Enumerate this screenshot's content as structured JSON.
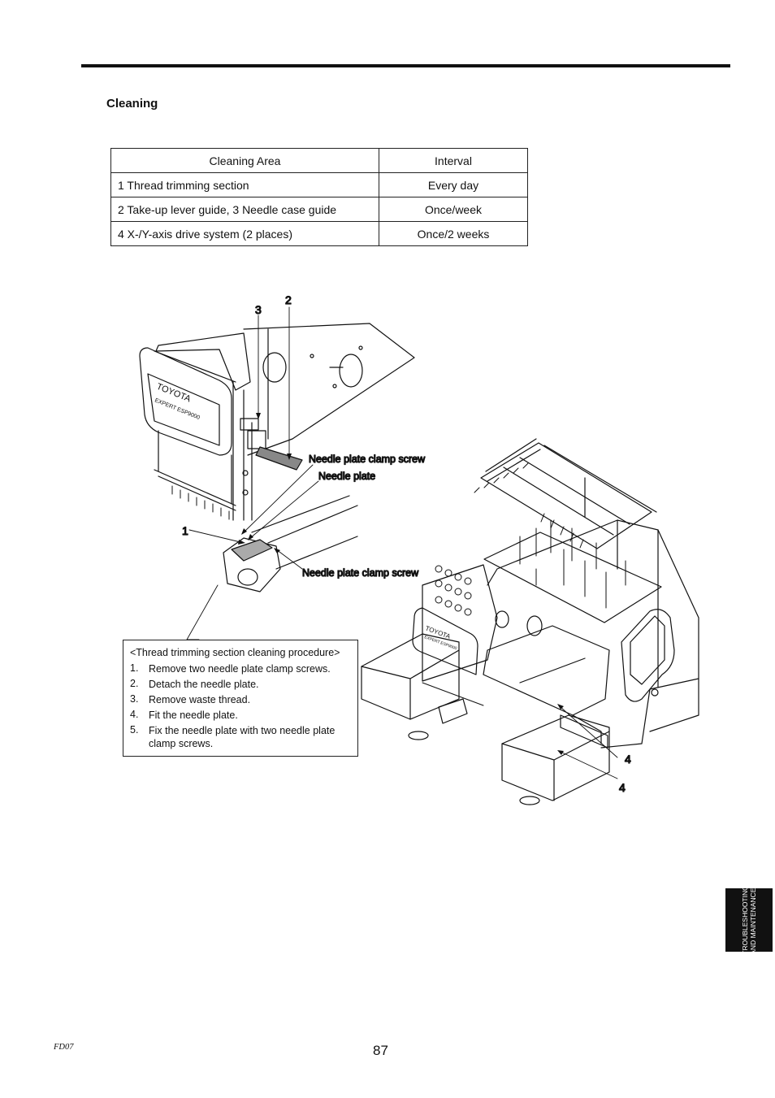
{
  "section_title": "Cleaning",
  "table": {
    "headers": [
      "Cleaning Area",
      "Interval"
    ],
    "rows": [
      {
        "area": "1 Thread trimming section",
        "interval": "Every day"
      },
      {
        "area": "2 Take-up lever guide, 3 Needle case guide",
        "interval": "Once/week"
      },
      {
        "area": "4 X-/Y-axis drive system (2 places)",
        "interval": "Once/2 weeks"
      }
    ]
  },
  "figure": {
    "callouts": {
      "n1": "1",
      "n2": "2",
      "n3": "3",
      "n4a": "4",
      "n4b": "4",
      "clamp_screw_top": "Needle plate clamp screw",
      "needle_plate": "Needle plate",
      "clamp_screw_bottom": "Needle plate clamp screw"
    },
    "head_brand": "TOYOTA",
    "head_model": "EXPERT ESP9000",
    "machine_brand": "TOYOTA",
    "machine_model": "EXPERT ESP9000"
  },
  "procedure": {
    "title": "<Thread trimming section cleaning procedure>",
    "steps": [
      {
        "n": "1.",
        "text": "Remove two needle plate clamp screws."
      },
      {
        "n": "2.",
        "text": "Detach the needle plate."
      },
      {
        "n": "3.",
        "text": "Remove waste thread."
      },
      {
        "n": "4.",
        "text": "Fit the needle plate."
      },
      {
        "n": "5.",
        "text": "Fix the needle plate with two needle plate clamp screws."
      }
    ]
  },
  "side_tab": {
    "line1": "TROUBLESHOOTING",
    "line2": "AND MAINTENANCE"
  },
  "page_number": "87",
  "doc_code": "FD07"
}
